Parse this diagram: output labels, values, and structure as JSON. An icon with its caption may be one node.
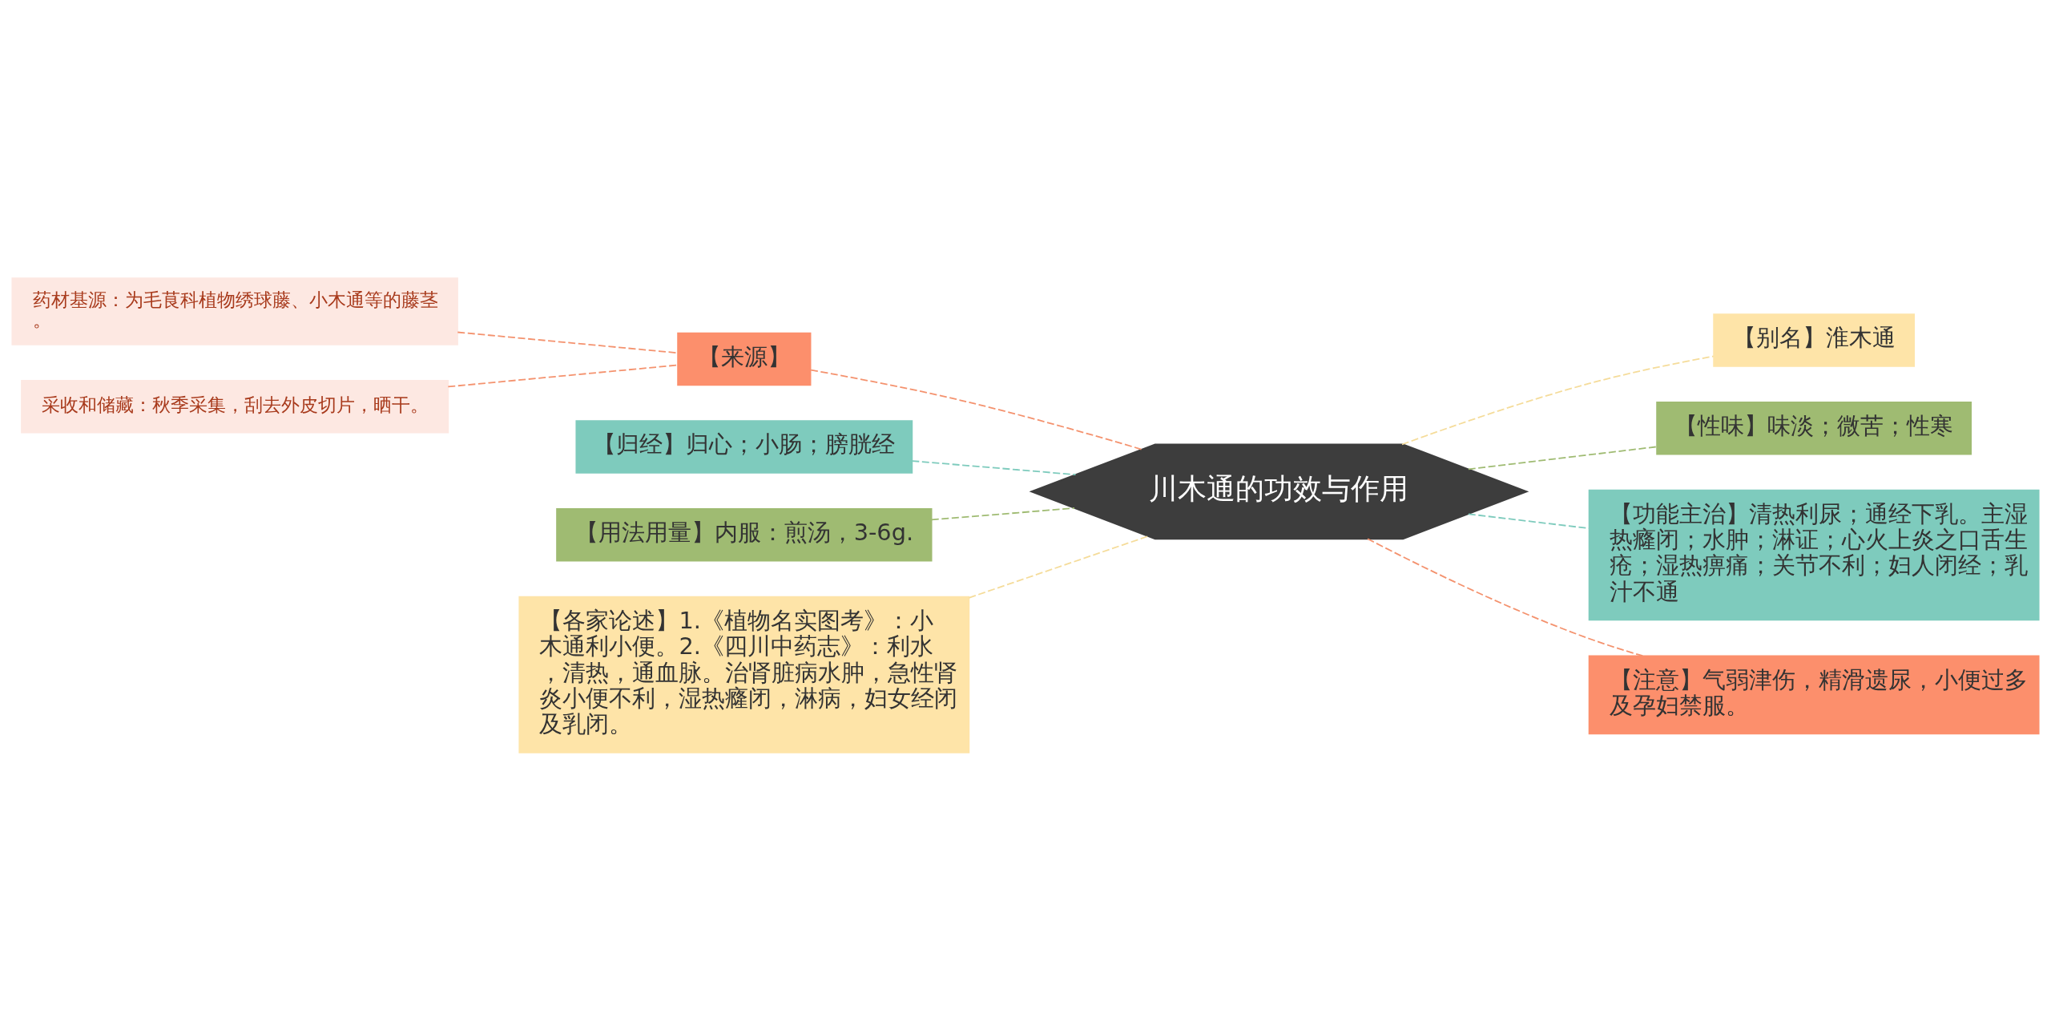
{
  "diagram": {
    "nodes": [
      {
        "text": [
          "川木通的功效与作用"
        ]
      },
      {
        "text": [
          "【来源】"
        ]
      },
      {
        "text": [
          "药材基源：为毛茛科植物绣球藤、小木通等的藤茎。"
        ]
      },
      {
        "text": [
          "采收和储藏：秋季采集，刮去外皮切片，晒干。"
        ]
      },
      {
        "text": [
          "【归经】归心；小肠；膀胱经"
        ]
      },
      {
        "text": [
          "【用法用量】内服：煎汤，3-6g."
        ]
      },
      {
        "text": [
          "【各家论述】1.《植物名实图考》：小木通利小便。2.《四川中药志》：利水，清热，通血脉。治肾脏病水肿，急性肾炎小便不利，湿热癃闭，淋病，妇女经闭及乳闭。"
        ]
      },
      {
        "text": [
          "【别名】淮木通"
        ]
      },
      {
        "text": [
          "【性味】味淡；微苦；性寒"
        ]
      },
      {
        "text": [
          "【功能主治】清热利尿；通经下乳。主湿热癃闭；水肿；淋证；心火上炎之口舌生疮；湿热痹痛；关节不利；妇人闭经；乳汁不通"
        ]
      },
      {
        "text": [
          "【注意】气弱津伤，精滑遗尿，小便过多及孕妇禁服。"
        ]
      }
    ],
    "edges": [
      {
        "from": 0,
        "to": 1,
        "arrow": "none",
        "style": "dashed",
        "color": "#f4926e"
      },
      {
        "from": 1,
        "to": 2,
        "arrow": "none",
        "style": "dashed",
        "color": "#f4926e"
      },
      {
        "from": 1,
        "to": 3,
        "arrow": "none",
        "style": "dashed",
        "color": "#f4926e"
      },
      {
        "from": 0,
        "to": 4,
        "arrow": "none",
        "style": "dashed",
        "color": "#7ecbbd"
      },
      {
        "from": 0,
        "to": 5,
        "arrow": "none",
        "style": "dashed",
        "color": "#9fbb72"
      },
      {
        "from": 0,
        "to": 6,
        "arrow": "none",
        "style": "dashed",
        "color": "#f5dc9a"
      },
      {
        "from": 0,
        "to": 7,
        "arrow": "none",
        "style": "dashed",
        "color": "#f5dc9a"
      },
      {
        "from": 0,
        "to": 8,
        "arrow": "none",
        "style": "dashed",
        "color": "#9fbb72"
      },
      {
        "from": 0,
        "to": 9,
        "arrow": "none",
        "style": "dashed",
        "color": "#7ecbbd"
      },
      {
        "from": 0,
        "to": 10,
        "arrow": "none",
        "style": "dashed",
        "color": "#f4926e"
      }
    ]
  }
}
